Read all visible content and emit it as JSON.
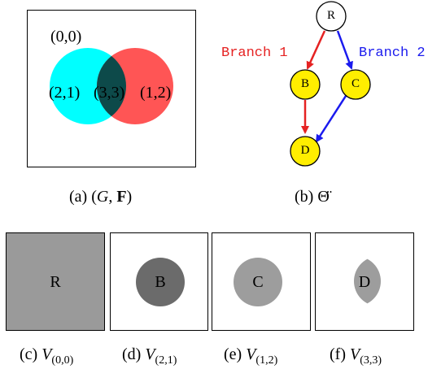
{
  "panel_a": {
    "labels": {
      "origin": "(0,0)",
      "left": "(2,1)",
      "center": "(3,3)",
      "right": "(1,2)"
    },
    "caption_prefix": "(a) ",
    "caption_math_open": "(",
    "caption_math_G": "G",
    "caption_math_sep": ", ",
    "caption_math_F": "F",
    "caption_math_close": ")",
    "colors": {
      "left_circle": "#00ffff",
      "right_circle": "#ff5555",
      "overlap": "#0d4a4a",
      "frame": "#000000"
    }
  },
  "panel_b": {
    "nodes": {
      "root": "R",
      "b": "B",
      "c": "C",
      "d": "D"
    },
    "branch1_label": "Branch 1",
    "branch2_label": "Branch 2",
    "caption_prefix": "(b) ",
    "caption_symbol": "Θ̈",
    "colors": {
      "branch1": "#e52222",
      "branch2": "#1a1aee",
      "node_fill": "#ffee00",
      "root_fill": "#ffffff"
    }
  },
  "bottom_panels": [
    {
      "letter": "R",
      "caption_prefix": "(c) ",
      "caption_V": "V",
      "caption_sub": "(0,0)",
      "shape": "full",
      "fill": "#9a9a9a"
    },
    {
      "letter": "B",
      "caption_prefix": "(d) ",
      "caption_V": "V",
      "caption_sub": "(2,1)",
      "shape": "circle",
      "fill": "#6b6b6b"
    },
    {
      "letter": "C",
      "caption_prefix": "(e) ",
      "caption_V": "V",
      "caption_sub": "(1,2)",
      "shape": "circle",
      "fill": "#9d9d9d"
    },
    {
      "letter": "D",
      "caption_prefix": "(f) ",
      "caption_V": "V",
      "caption_sub": "(3,3)",
      "shape": "lens",
      "fill": "#9d9d9d"
    }
  ]
}
